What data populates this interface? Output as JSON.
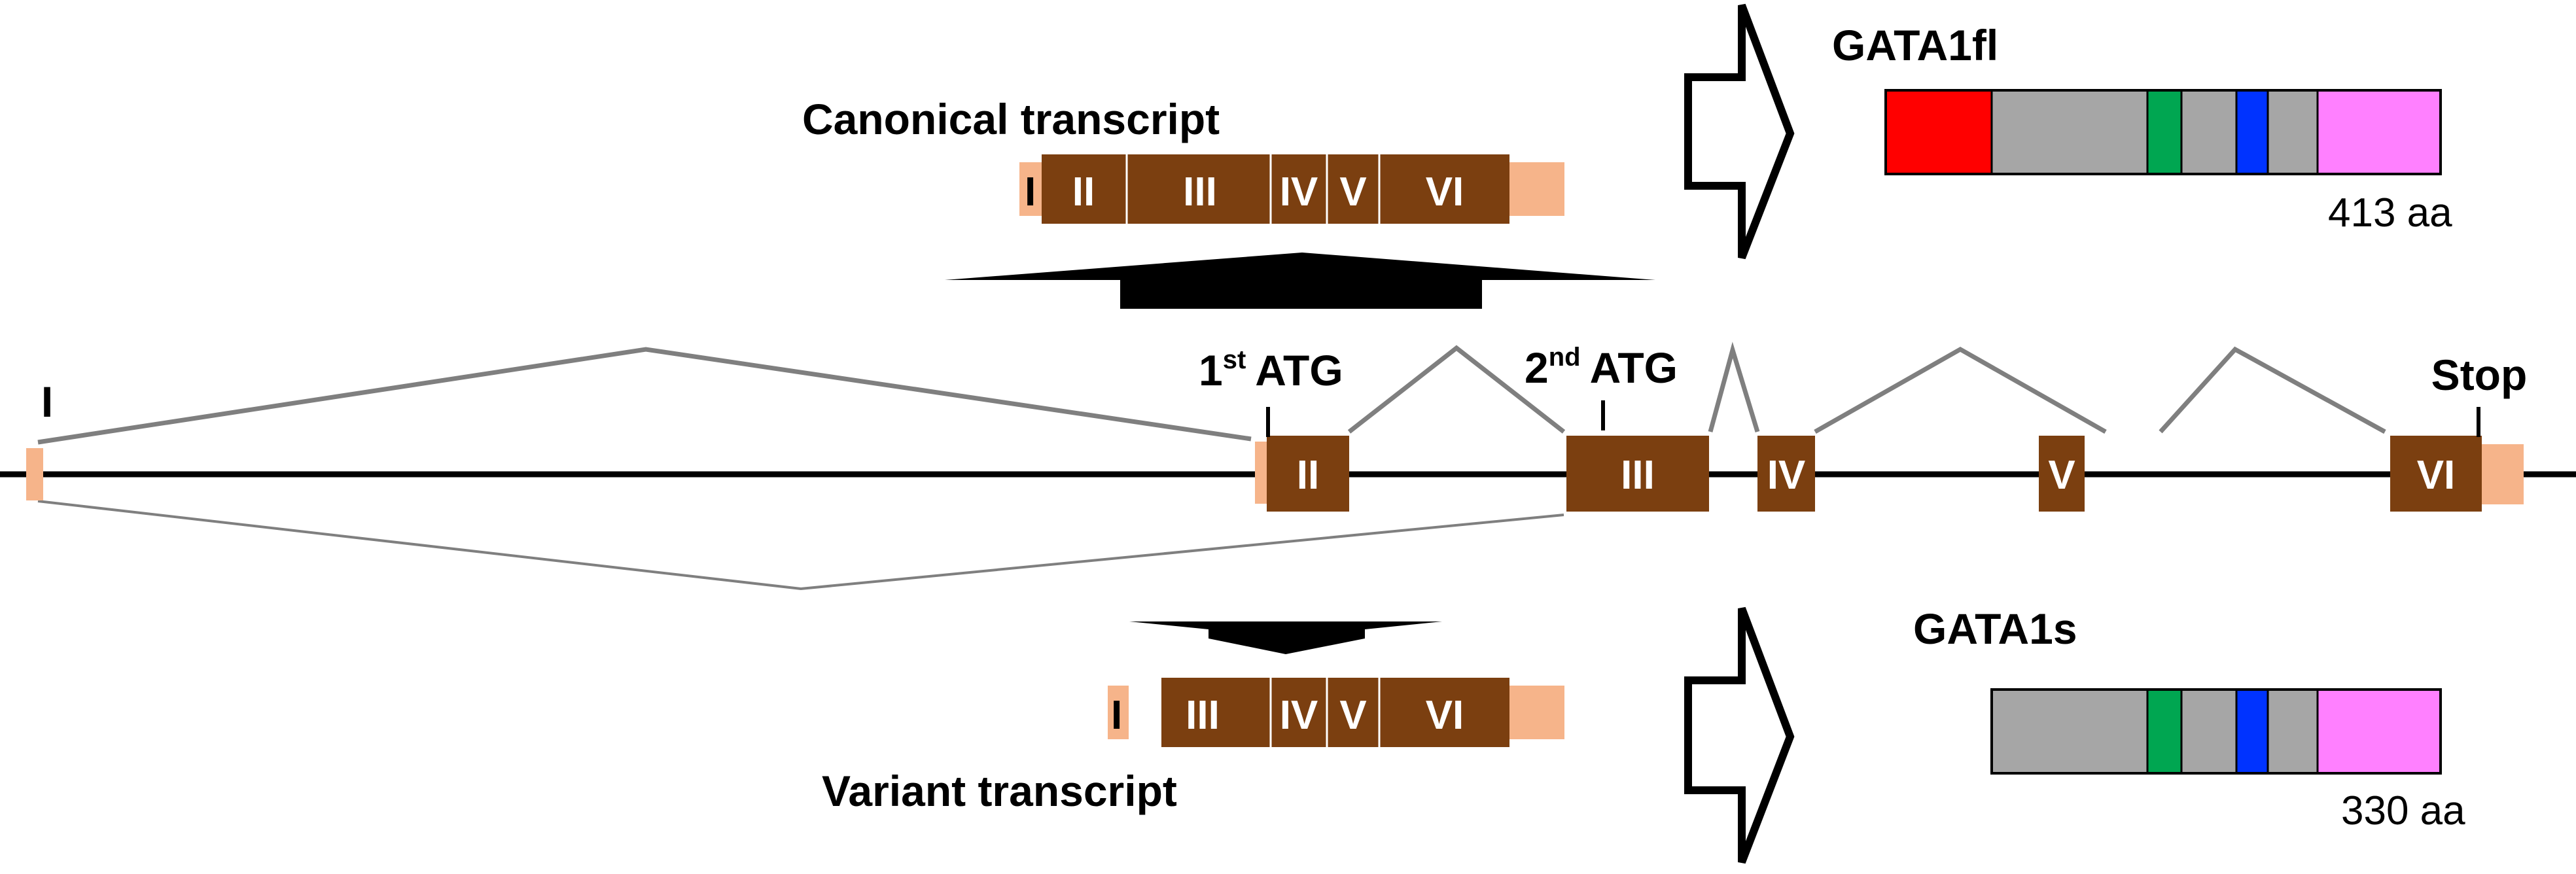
{
  "colors": {
    "exon": "#7B3F10",
    "utr": "#F6B48A",
    "red_domain": "#FF0000",
    "gray_domain": "#A6A6A6",
    "green_domain": "#00A651",
    "blue_domain": "#0033FF",
    "pink_domain": "#FF80FF",
    "intron_line": "#7F7F7F"
  },
  "canonical": {
    "label": "Canonical transcript",
    "exons": [
      "I",
      "II",
      "III",
      "IV",
      "V",
      "VI"
    ]
  },
  "variant": {
    "label": "Variant transcript",
    "exons": [
      "I",
      "III",
      "IV",
      "V",
      "VI"
    ]
  },
  "gene": {
    "exon_labels": [
      "I",
      "II",
      "III",
      "IV",
      "V",
      "VI"
    ],
    "first_atg": {
      "num": "1",
      "sup": "st",
      "rest": "ATG"
    },
    "second_atg": {
      "num": "2",
      "sup": "nd",
      "rest": "ATG"
    },
    "stop": "Stop"
  },
  "proteins": {
    "full": {
      "name": "GATA1fl",
      "length": "413 aa"
    },
    "short": {
      "name": "GATA1s",
      "length": "330 aa"
    }
  }
}
